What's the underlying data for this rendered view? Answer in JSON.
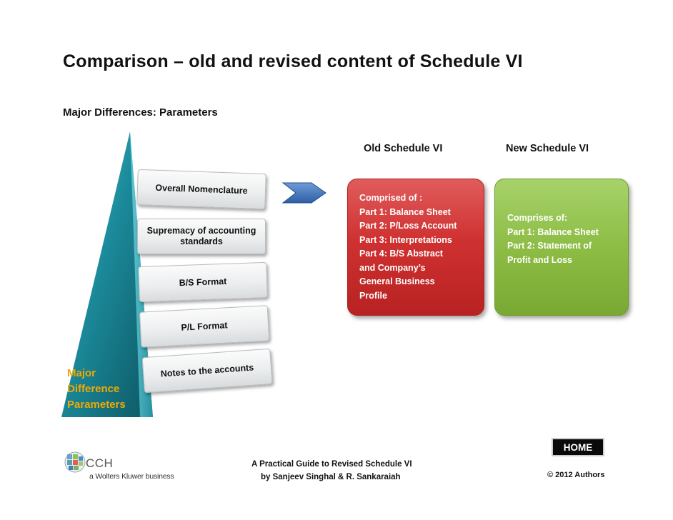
{
  "slide": {
    "title": "Comparison – old and revised content of Schedule VI",
    "subtitle": "Major Differences: Parameters"
  },
  "pyramid": {
    "items": [
      {
        "label": "Overall Nomenclature"
      },
      {
        "label": "Supremacy of accounting\nstandards"
      },
      {
        "label": "B/S Format"
      },
      {
        "label": "P/L Format"
      },
      {
        "label": "Notes to the accounts"
      }
    ],
    "base_label": "Major\nDifference\nParameters"
  },
  "comparison": {
    "old": {
      "heading": "Old Schedule VI",
      "lines": [
        "Comprised of :",
        "Part 1: Balance Sheet",
        "Part 2: P/Loss Account",
        "Part 3: Interpretations",
        "Part 4: B/S Abstract",
        "and Company’s",
        "General Business",
        "Profile"
      ]
    },
    "new": {
      "heading": "New Schedule VI",
      "lines": [
        "Comprises of:",
        "Part 1: Balance Sheet",
        "Part 2: Statement of",
        "Profit and Loss"
      ]
    }
  },
  "footer": {
    "logo_name": "CCH",
    "logo_tagline": "a Wolters Kluwer business",
    "book_line1": "A Practical Guide to Revised Schedule VI",
    "book_line2": "by Sanjeev Singhal & R. Sankaraiah",
    "home_label": "HOME",
    "copyright": "© 2012 Authors"
  },
  "colors": {
    "pyramid_teal": "#1b8a9a",
    "old_box_red": "#cf3131",
    "new_box_green": "#8dbd45",
    "arrow_blue": "#3c6fb4",
    "base_label_gold": "#f2a800"
  }
}
